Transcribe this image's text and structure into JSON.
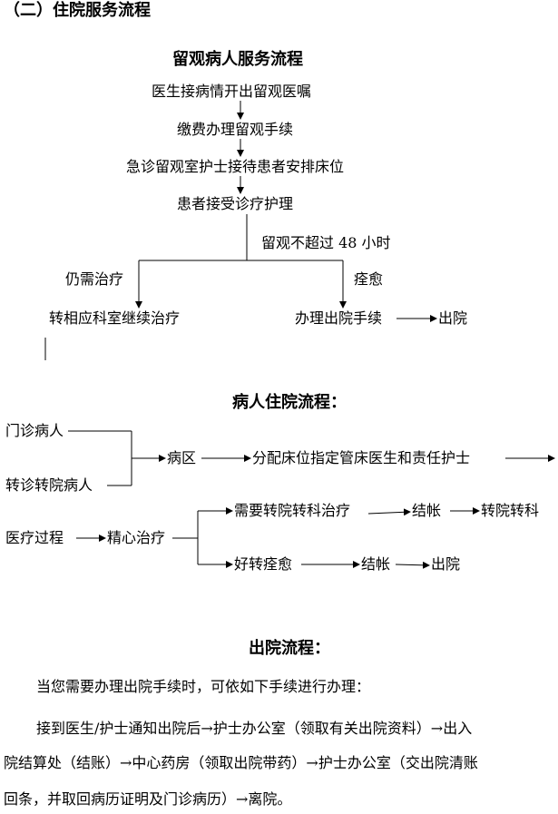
{
  "section_heading": "（二）住院服务流程",
  "observation": {
    "title": "留观病人服务流程",
    "steps": [
      "医生接病情开出留观医嘱",
      "缴费办理留观手续",
      "急诊留观室护士接待患者安排床位",
      "患者接受诊疗护理"
    ],
    "split_label": "留观不超过 48 小时",
    "branch_left_label": "仍需治疗",
    "branch_left_result": "转相应科室继续治疗",
    "branch_right_label": "痊愈",
    "branch_right_result": "办理出院手续",
    "branch_right_final": "出院"
  },
  "admission": {
    "title": "病人住院流程：",
    "source_1": "门诊病人",
    "source_2": "转诊转院病人",
    "ward": "病区",
    "assign": "分配床位指定管床医生和责任护士",
    "process": "医疗过程",
    "treatment": "精心治疗",
    "upper_branch": "需要转院转科治疗",
    "upper_settle": "结帐",
    "upper_final": "转院转科",
    "lower_branch": "好转痊愈",
    "lower_settle": "结帐",
    "lower_final": "出院"
  },
  "discharge": {
    "title": "出院流程：",
    "intro": "当您需要办理出院手续时，可依如下手续进行办理：",
    "line1": "接到医生/护士通知出院后→护士办公室（领取有关出院资料）→出入",
    "line2": "院结算处（结账）→中心药房（领取出院带药）→护士办公室（交出院清账",
    "line3": "回条，并取回病历证明及门诊病历）→离院。"
  }
}
